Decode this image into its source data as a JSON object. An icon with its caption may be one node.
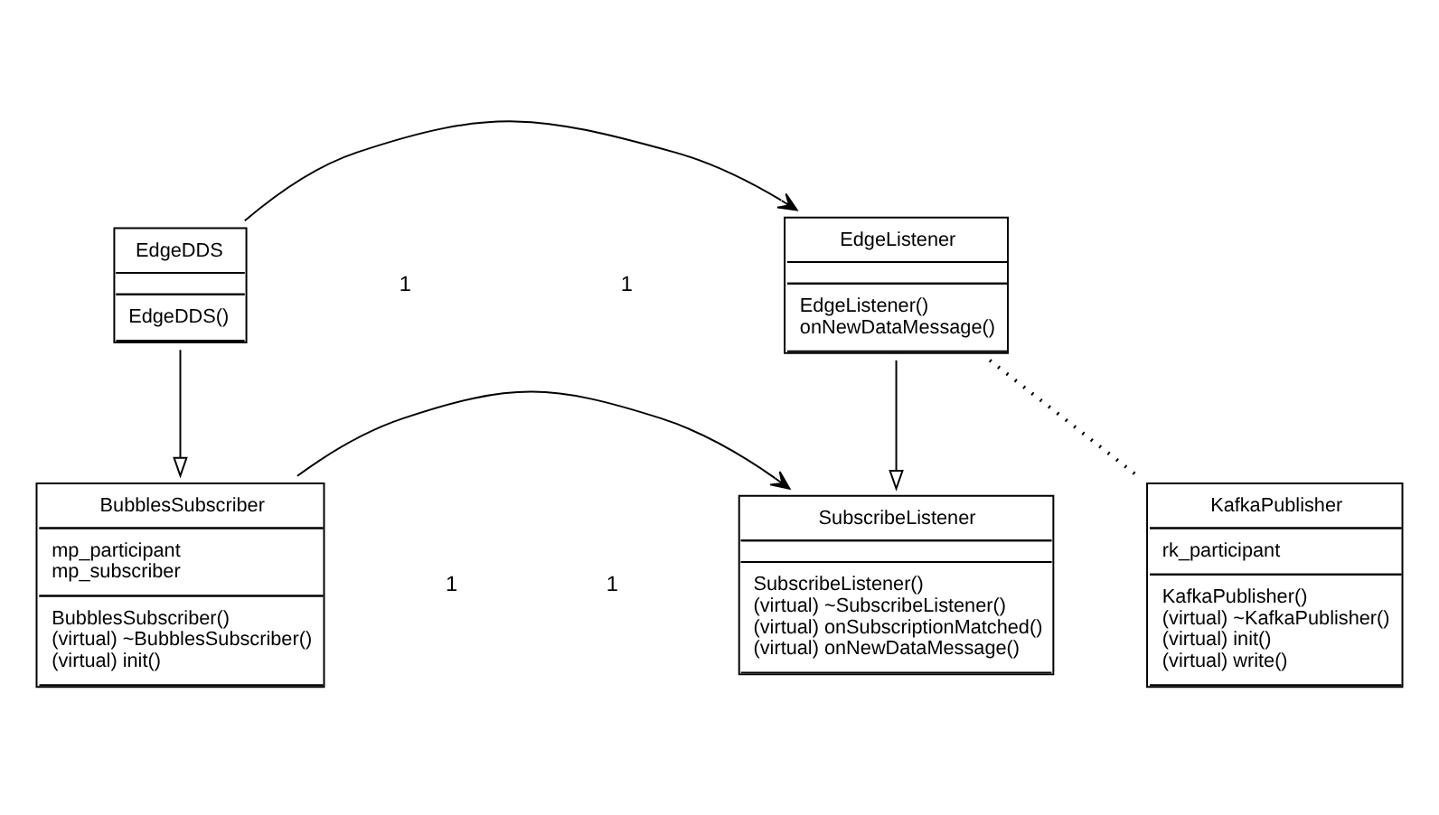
{
  "diagram": {
    "nodes": [
      {
        "text": [
          "BubblesSubscriber",
          "mp_participant",
          "mp_subscriber",
          "BubblesSubscriber()",
          "(virtual) ~BubblesSubscriber()",
          "(virtual) init()"
        ]
      },
      {
        "text": [
          "SubscribeListener",
          "SubscribeListener()",
          "(virtual) ~SubscribeListener()",
          "(virtual) onSubscriptionMatched()",
          "(virtual) onNewDataMessage()"
        ]
      },
      {
        "text": [
          "KafkaPublisher",
          "rk_participant",
          "KafkaPublisher()",
          "(virtual) ~KafkaPublisher()",
          "(virtual) init()",
          "(virtual) write()"
        ]
      },
      {
        "text": [
          "EdgeDDS",
          "EdgeDDS()"
        ]
      },
      {
        "text": [
          "EdgeListener",
          "EdgeListener()",
          "onNewDataMessage()"
        ]
      }
    ],
    "edges": [
      {
        "from": 0,
        "to": 1,
        "arrow": "to"
      },
      {
        "from": 3,
        "to": 0,
        "arrow": "to"
      },
      {
        "from": 4,
        "to": 1,
        "arrow": "to"
      },
      {
        "from": 3,
        "to": 4,
        "arrow": "to"
      },
      {
        "from": 4,
        "to": 2,
        "arrow": "none",
        "style": "dashed"
      }
    ],
    "labels": [
      "1",
      "1",
      "1",
      "1"
    ]
  }
}
